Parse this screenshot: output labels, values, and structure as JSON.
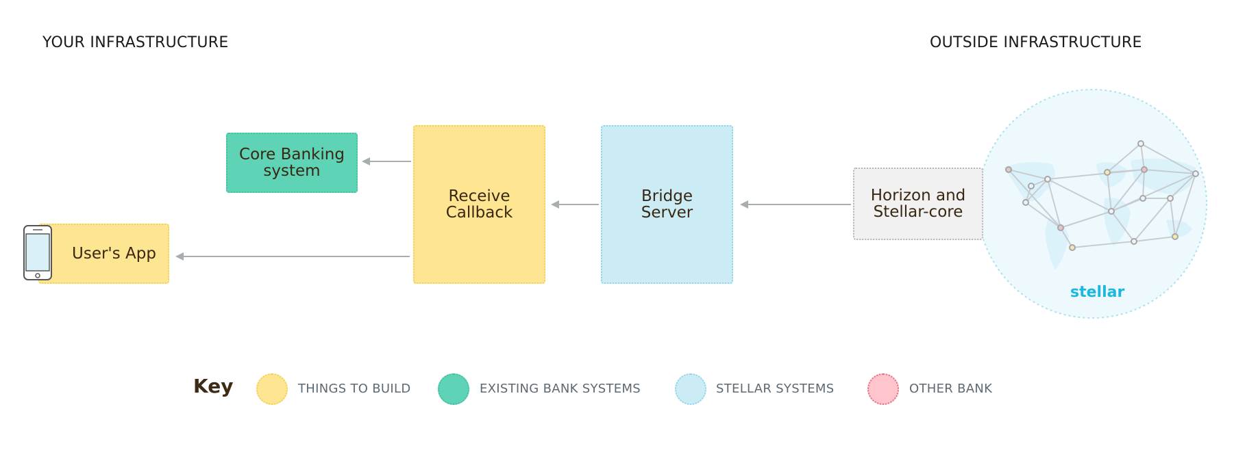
{
  "headings": {
    "left": "YOUR INFRASTRUCTURE",
    "right": "OUTSIDE INFRASTRUCTURE"
  },
  "nodes": {
    "users_app": "User's App",
    "core_banking": "Core Banking\nsystem",
    "receive_callback": "Receive\nCallback",
    "bridge_server": "Bridge\nServer",
    "horizon": "Horizon and\nStellar-core"
  },
  "network": {
    "label": "stellar"
  },
  "legend": {
    "title": "Key",
    "items": [
      {
        "label": "THINGS TO BUILD",
        "color": "#fde591"
      },
      {
        "label": "EXISTING BANK SYSTEMS",
        "color": "#5ed3b6"
      },
      {
        "label": "STELLAR SYSTEMS",
        "color": "#cbecf5"
      },
      {
        "label": "OTHER BANK",
        "color": "#ffc4cc"
      }
    ]
  },
  "colors": {
    "things_to_build": "#fde591",
    "existing_bank": "#5ed3b6",
    "stellar_systems": "#cbecf5",
    "other_bank": "#ffc4cc",
    "outside": "#f1f1f1",
    "arrow": "#a8adb0",
    "stellar_brand": "#1bb7e0"
  }
}
